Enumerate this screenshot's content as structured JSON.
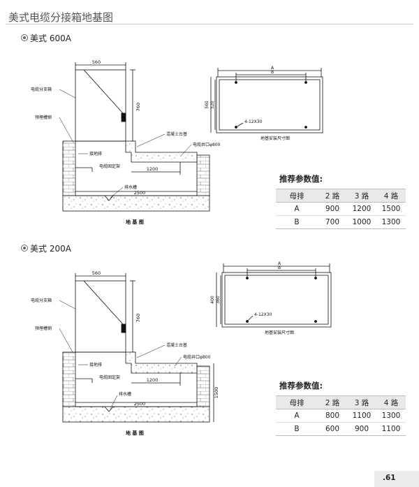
{
  "page_title": "美式电缆分接箱地基图",
  "page_number": ".61",
  "sections": [
    {
      "heading": "美式 600A",
      "foundation": {
        "width_top": "560",
        "height_right": "760",
        "depth_label": "1200",
        "base_width": "2500",
        "side_height": "",
        "labels": {
          "branch_box": "电缆分支箱",
          "embedded_channel": "预埋槽钢",
          "ground_bar": "接地排",
          "cable_bracket": "电缆固定架",
          "concrete_base": "混凝土台基",
          "cable_well": "电缆井口φ800",
          "drain": "排水槽"
        },
        "caption": "地 基 图"
      },
      "install": {
        "A": "A",
        "B": "B",
        "h_outer": "560",
        "h_inner": "520",
        "bolt": "4-12X30",
        "caption": "地基安装尺寸图"
      },
      "params": {
        "title": "推荐参数值:",
        "headers": [
          "母排",
          "2 路",
          "3 路",
          "4 路"
        ],
        "rows": [
          [
            "A",
            "900",
            "1200",
            "1500"
          ],
          [
            "B",
            "700",
            "1000",
            "1300"
          ]
        ]
      }
    },
    {
      "heading": "美式 200A",
      "foundation": {
        "width_top": "560",
        "height_right": "760",
        "depth_label": "1200",
        "base_width": "2500",
        "side_height": "1500",
        "labels": {
          "branch_box": "电缆分支箱",
          "embedded_channel": "预埋槽钢",
          "ground_bar": "接地排",
          "cable_bracket": "电缆固定架",
          "concrete_base": "混凝土台基",
          "cable_well": "电缆井口φ800",
          "drain": "排水槽"
        },
        "caption": "地 基 图"
      },
      "install": {
        "A": "A",
        "B": "B",
        "h_outer": "400",
        "h_inner": "360",
        "bolt": "4-12X30",
        "caption": "地基安装尺寸图"
      },
      "params": {
        "title": "推荐参数值:",
        "headers": [
          "母排",
          "2 路",
          "3 路",
          "4 路"
        ],
        "rows": [
          [
            "A",
            "800",
            "1100",
            "1300"
          ],
          [
            "B",
            "600",
            "900",
            "1100"
          ]
        ]
      }
    }
  ]
}
